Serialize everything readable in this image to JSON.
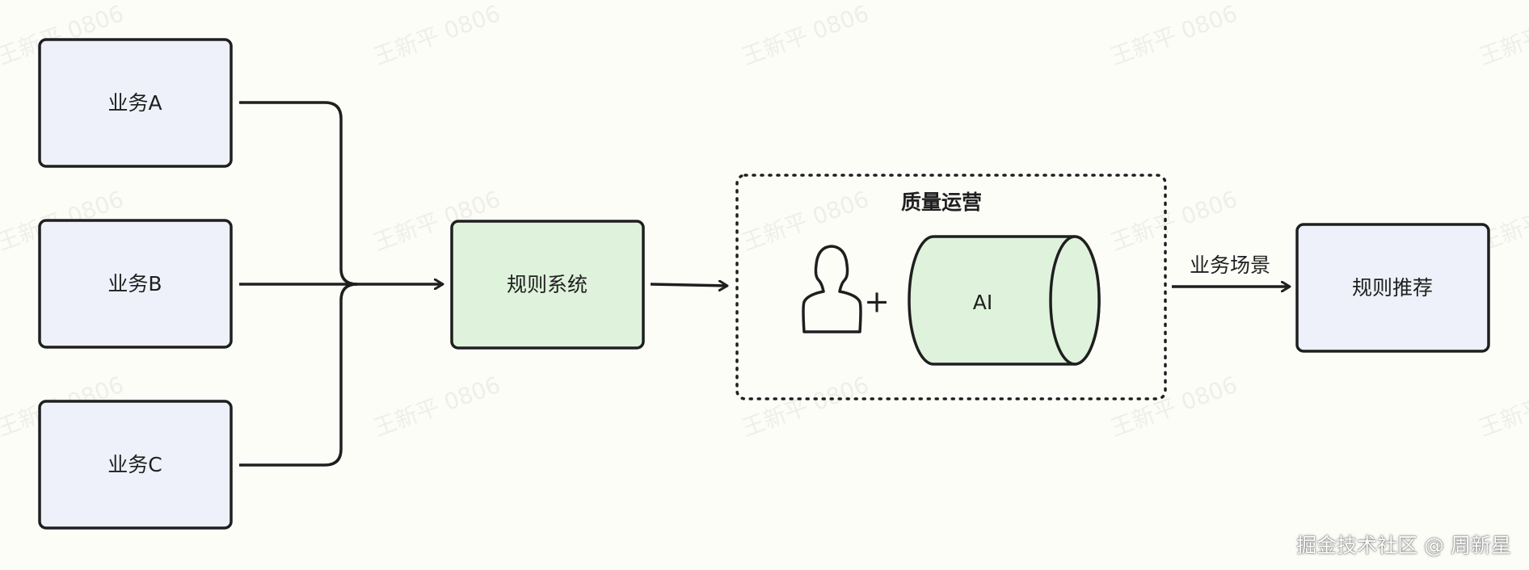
{
  "watermark": "王新平 0806",
  "nodes": {
    "biz_a": "业务A",
    "biz_b": "业务B",
    "biz_c": "业务C",
    "rule_system": "规则系统",
    "quality_ops": "质量运营",
    "ai": "AI",
    "plus": "+",
    "rule_recommend": "规则推荐"
  },
  "edges": {
    "scene_label": "业务场景"
  },
  "footer": "掘金技术社区 @ 周新星",
  "colors": {
    "blue_fill": "#eef1f9",
    "green_fill": "#dff3dc",
    "stroke": "#1f1f1f"
  },
  "icons": {
    "person": "person-outline-icon",
    "database": "cylinder-icon"
  }
}
